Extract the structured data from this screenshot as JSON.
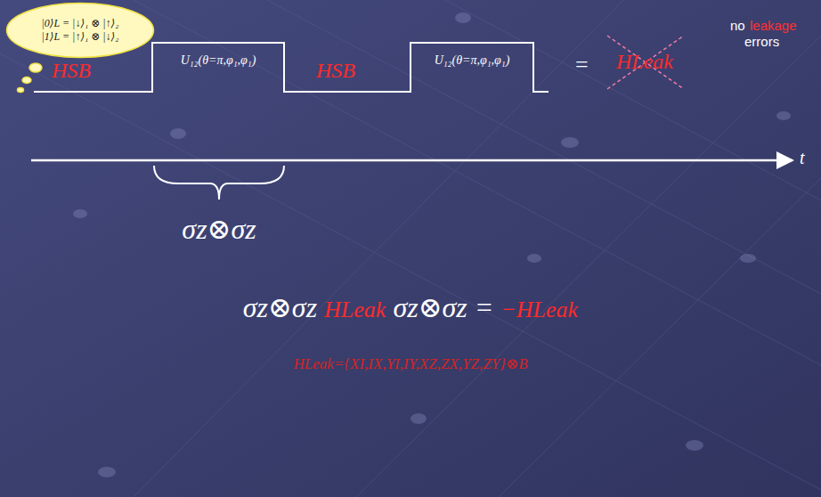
{
  "diagram": {
    "nodes": [
      {
        "text": [
          "|0⟩L = |↓⟩₁ ⊗ |↑⟩₂",
          "|1⟩L = |↑⟩₁ ⊗ |↓⟩₂"
        ]
      },
      {
        "text": [
          "U₁₂(θ=π,φ₁,φ₁)"
        ]
      },
      {
        "text": [
          "U₁₂(θ=π,φ₁,φ₁)"
        ]
      }
    ],
    "labels": [
      "HSB",
      "HSB",
      "=",
      "HLeak",
      "no",
      "leakage",
      "errors",
      "t",
      "σz⊗σz",
      "σz⊗σz",
      "HLeak",
      "σz⊗σz =",
      "−HLeak",
      "HLeak={XI,IX,YI,IY,XZ,ZX,YZ,ZY}⊗B"
    ]
  }
}
